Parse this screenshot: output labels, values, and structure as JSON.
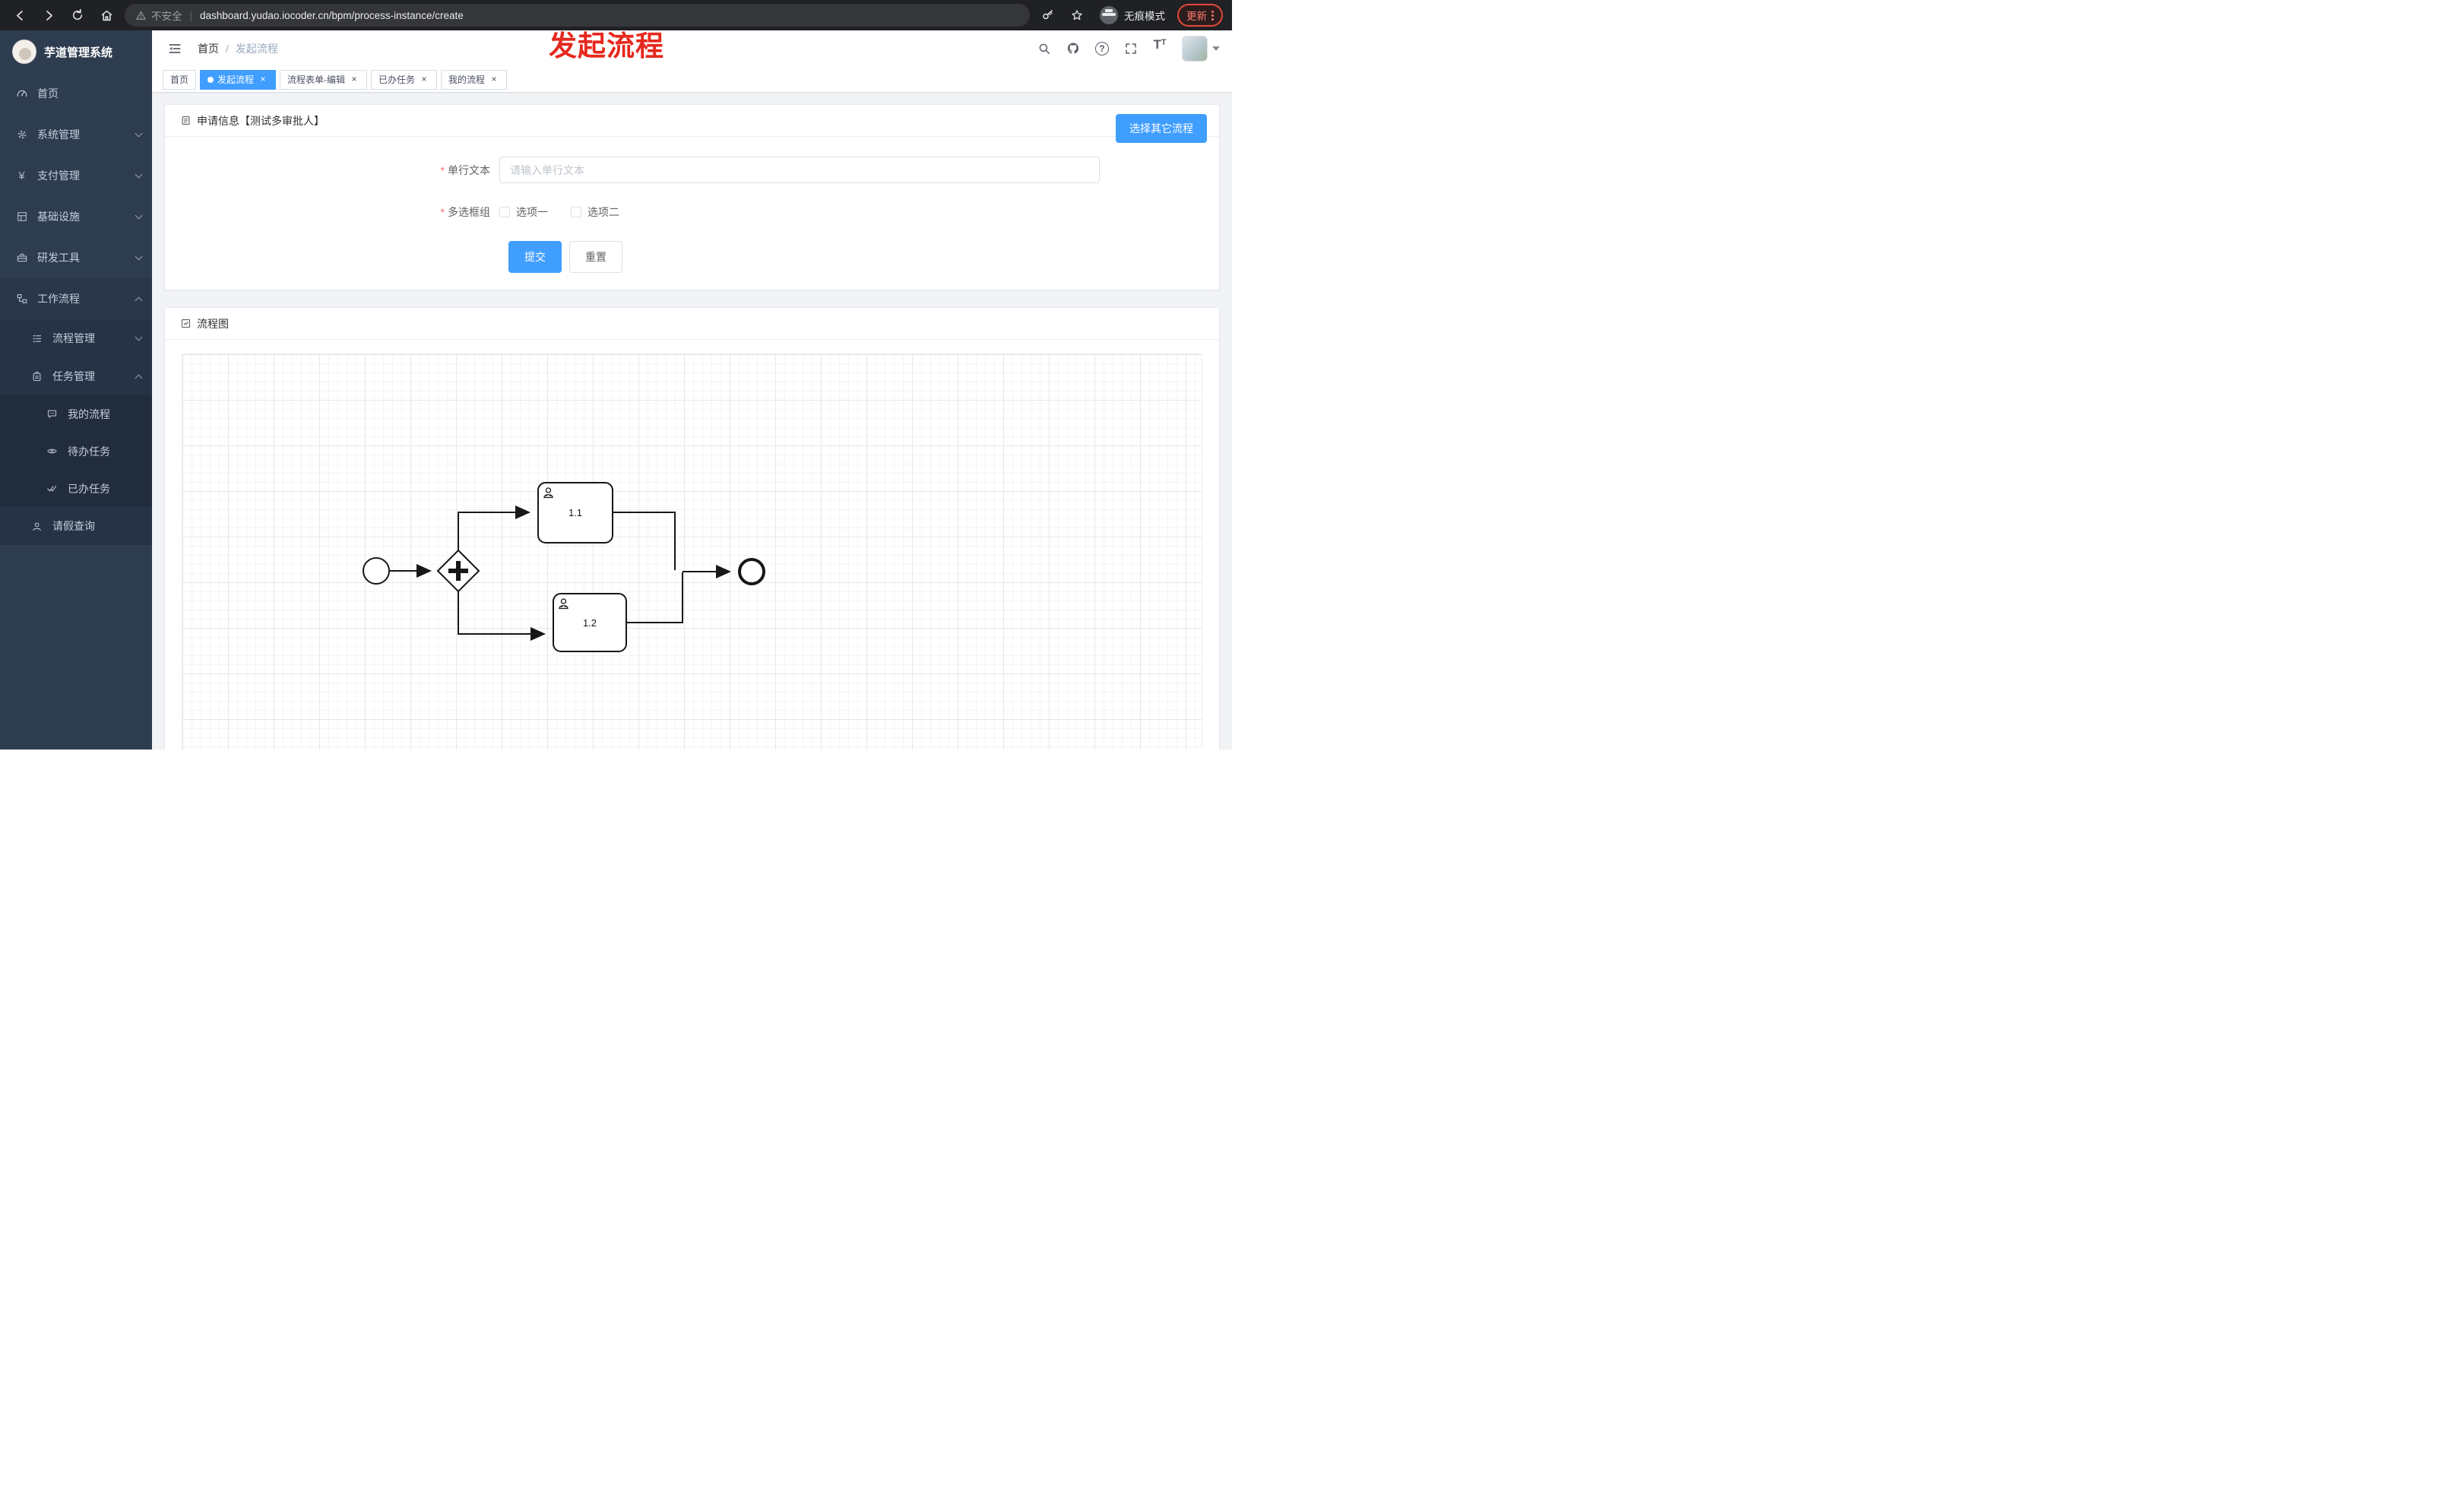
{
  "browser": {
    "security_label": "不安全",
    "url": "dashboard.yudao.iocoder.cn/bpm/process-instance/create",
    "incognito_label": "无痕模式",
    "update_label": "更新"
  },
  "annotation": {
    "text": "发起流程"
  },
  "sidebar": {
    "logo_title": "芋道管理系统",
    "menu": [
      "首页",
      "系统管理",
      "支付管理",
      "基础设施",
      "研发工具",
      "工作流程"
    ],
    "workflow": {
      "process_mgmt": "流程管理",
      "task_mgmt": "任务管理",
      "my_process": "我的流程",
      "todo_tasks": "待办任务",
      "done_tasks": "已办任务",
      "leave_query": "请假查询"
    }
  },
  "header": {
    "breadcrumb_home": "首页",
    "breadcrumb_sep": "/",
    "breadcrumb_current": "发起流程"
  },
  "tabs": {
    "close_glyph": "×",
    "items": [
      "首页",
      "发起流程",
      "流程表单-编辑",
      "已办任务",
      "我的流程"
    ]
  },
  "form_card": {
    "title": "申请信息【测试多审批人】",
    "choose_other_label": "选择其它流程",
    "required_mark": "*",
    "text_field_label": "单行文本",
    "text_field_placeholder": "请输入单行文本",
    "checkbox_group_label": "多选框组",
    "options": [
      "选项一",
      "选项二"
    ],
    "submit_label": "提交",
    "reset_label": "重置"
  },
  "diagram_card": {
    "title": "流程图",
    "task1_label": "1.1",
    "task2_label": "1.2"
  },
  "glyphs": {
    "yen": "¥",
    "question": "?",
    "font_big": "T",
    "font_small": "T"
  }
}
